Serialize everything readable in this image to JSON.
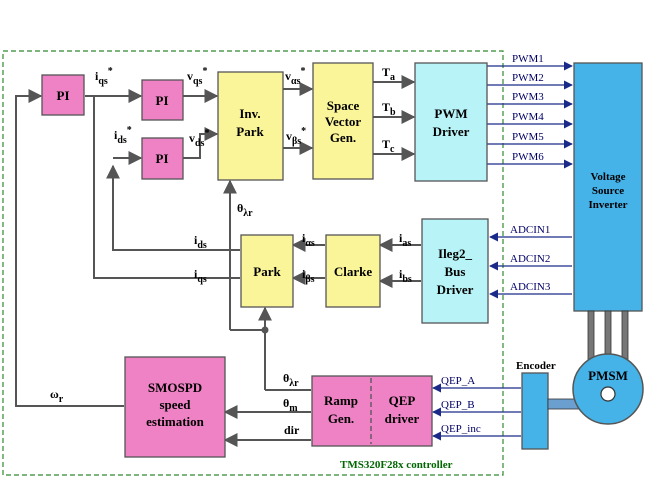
{
  "blocks": {
    "pi1": "PI",
    "pi2": "PI",
    "pi3": "PI",
    "inv_park": [
      "Inv.",
      "Park"
    ],
    "svgen": [
      "Space",
      "Vector",
      "Gen."
    ],
    "pwm_driver": [
      "PWM",
      "Driver"
    ],
    "vsi": [
      "Voltage",
      "Source",
      "Inverter"
    ],
    "park": "Park",
    "clarke": "Clarke",
    "ileg2": [
      "Ileg2_",
      "Bus",
      "Driver"
    ],
    "smospd": [
      "SMOSPD",
      "speed",
      "estimation"
    ],
    "ramp": [
      "Ramp",
      "Gen."
    ],
    "qep": [
      "QEP",
      "driver"
    ],
    "encoder": "Encoder",
    "pmsm": "PMSM"
  },
  "signals": {
    "iqs_ref": {
      "main": "i",
      "sub": "qs",
      "sup": "*"
    },
    "vqs_ref": {
      "main": "v",
      "sub": "qs",
      "sup": "*"
    },
    "ids_ref": {
      "main": "i",
      "sub": "ds",
      "sup": "*"
    },
    "vds_ref": {
      "main": "v",
      "sub": "ds",
      "sup": "*"
    },
    "valpha_ref": {
      "main": "v",
      "sub": "αs",
      "sup": "*"
    },
    "vbeta_ref": {
      "main": "v",
      "sub": "βs",
      "sup": "*"
    },
    "ta": {
      "main": "T",
      "sub": "a"
    },
    "tb": {
      "main": "T",
      "sub": "b"
    },
    "tc": {
      "main": "T",
      "sub": "c"
    },
    "theta_lr_top": {
      "main": "θ",
      "sub": "λr"
    },
    "ids": {
      "main": "i",
      "sub": "ds"
    },
    "iqs": {
      "main": "i",
      "sub": "qs"
    },
    "ialpha": {
      "main": "i",
      "sub": "αs"
    },
    "ibeta": {
      "main": "i",
      "sub": "βs"
    },
    "ias": {
      "main": "i",
      "sub": "as"
    },
    "ibs": {
      "main": "i",
      "sub": "bs"
    },
    "theta_lr_bot": {
      "main": "θ",
      "sub": "λr"
    },
    "theta_m": {
      "main": "θ",
      "sub": "m"
    },
    "dir": {
      "main": "dir"
    },
    "omega_r": {
      "main": "ω",
      "sub": "r"
    }
  },
  "pwm_lines": [
    "PWM1",
    "PWM2",
    "PWM3",
    "PWM4",
    "PWM5",
    "PWM6"
  ],
  "adc_lines": [
    "ADCIN1",
    "ADCIN2",
    "ADCIN3"
  ],
  "qep_lines": [
    "QEP_A",
    "QEP_B",
    "QEP_inc"
  ],
  "controller_label": "TMS320F28x controller",
  "colors": {
    "pink": "#ee82c4",
    "yellow": "#fbf59a",
    "cyan": "#b7f3f7",
    "blue": "#45b2e8",
    "frame": "#2e8b2e"
  }
}
